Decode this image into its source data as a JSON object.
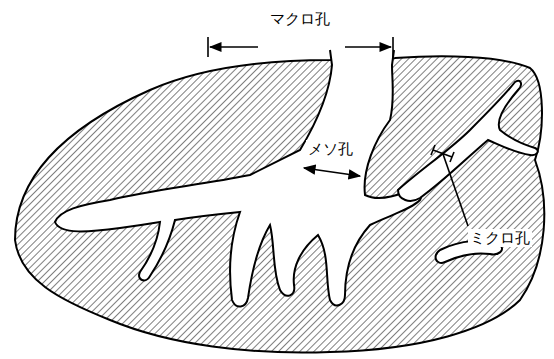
{
  "diagram": {
    "labels": [
      "マクロ孔",
      "メソ孔",
      "ミクロ孔"
    ]
  }
}
